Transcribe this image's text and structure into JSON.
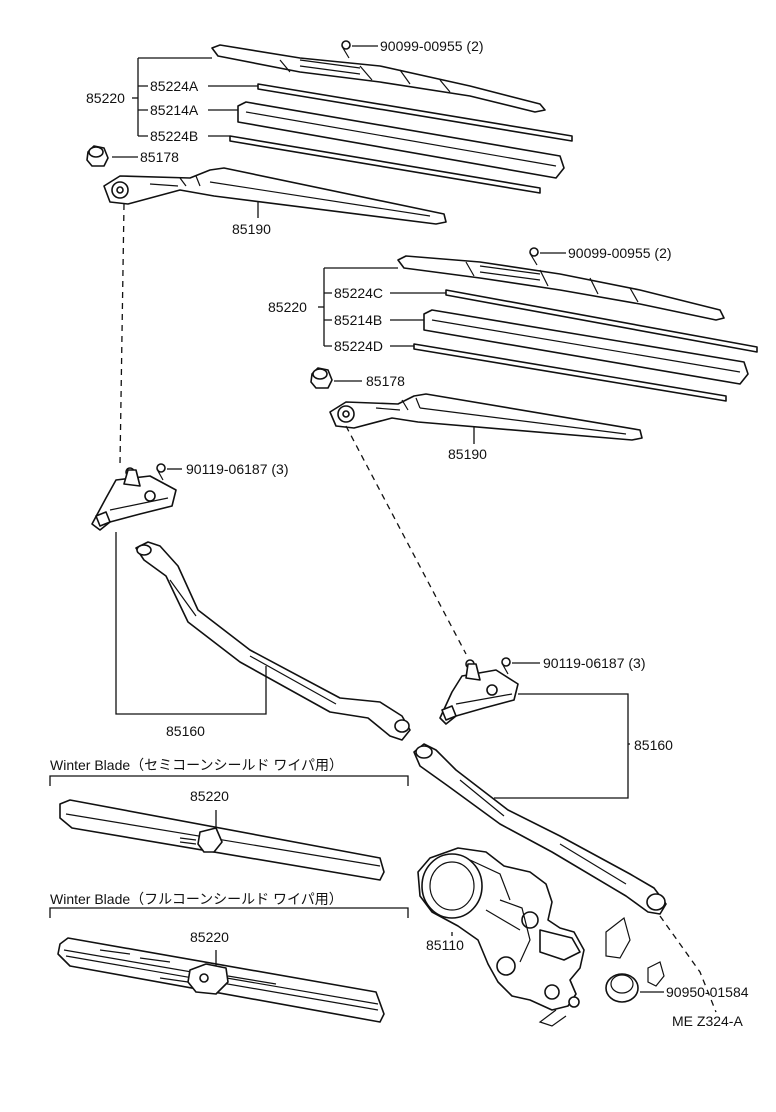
{
  "labels": {
    "screw_front": "90099-00955 (2)",
    "blade_front": "85220",
    "rubber_front_a": "85224A",
    "holder_front": "85214A",
    "rubber_front_b": "85224B",
    "cap_front": "85178",
    "arm_front": "85190",
    "screw_rear": "90099-00955 (2)",
    "blade_rear": "85220",
    "rubber_rear_c": "85224C",
    "holder_rear": "85214B",
    "rubber_rear_d": "85224D",
    "cap_rear": "85178",
    "arm_rear": "85190",
    "bolt_pivot_left": "90119-06187 (3)",
    "link_left": "85160",
    "bolt_pivot_right": "90119-06187 (3)",
    "link_right": "85160",
    "winter_blade_semi_title": "Winter Blade（セミコーンシールド ワイパ用）",
    "winter_blade_semi_part": "85220",
    "winter_blade_full_title": "Winter Blade（フルコーンシールド ワイパ用）",
    "winter_blade_full_part": "85220",
    "motor": "85110",
    "grommet": "90950-01584",
    "drawing_code": "ME  Z324-A"
  }
}
